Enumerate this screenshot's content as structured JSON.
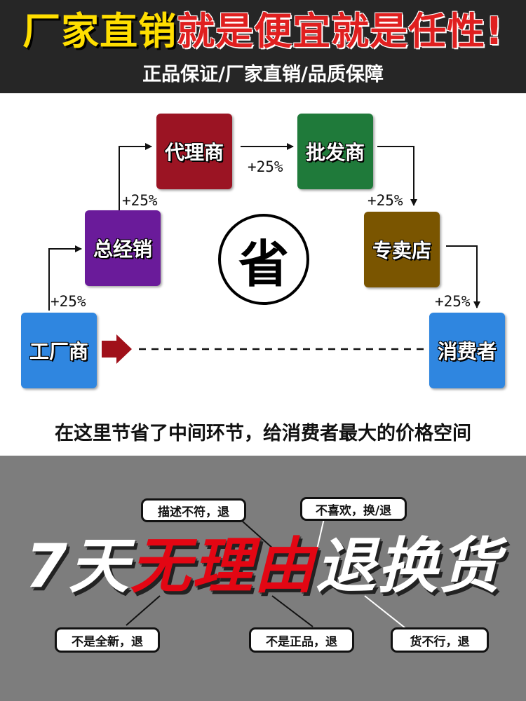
{
  "header": {
    "title_part1": "厂家直销",
    "title_part2": "就是便宜就是任性!",
    "subtitle": "正品保证/厂家直销/品质保障"
  },
  "flow": {
    "factory": "工厂商",
    "distributor": "总经销",
    "agent": "代理商",
    "wholesaler": "批发商",
    "store": "专卖店",
    "consumer": "消费者",
    "markup": "+25%",
    "save": "省",
    "colors": {
      "factory": "#2f86e0",
      "distributor": "#6a1b9a",
      "agent": "#9b1423",
      "wholesaler": "#1f7a3a",
      "store": "#7a5500",
      "consumer": "#2f86e0",
      "arrow": "#a0101a"
    }
  },
  "caption": "在这里节省了中间环节，给消费者最大的价格空间",
  "returns": {
    "headline_part1": "7天",
    "headline_part2": "无理由",
    "headline_part3": "退换货",
    "tags": {
      "mismatch": "描述不符，退",
      "dislike": "不喜欢，换/退",
      "not_new": "不是全新，退",
      "not_genuine": "不是正品，退",
      "bad_goods": "货不行，退"
    }
  }
}
